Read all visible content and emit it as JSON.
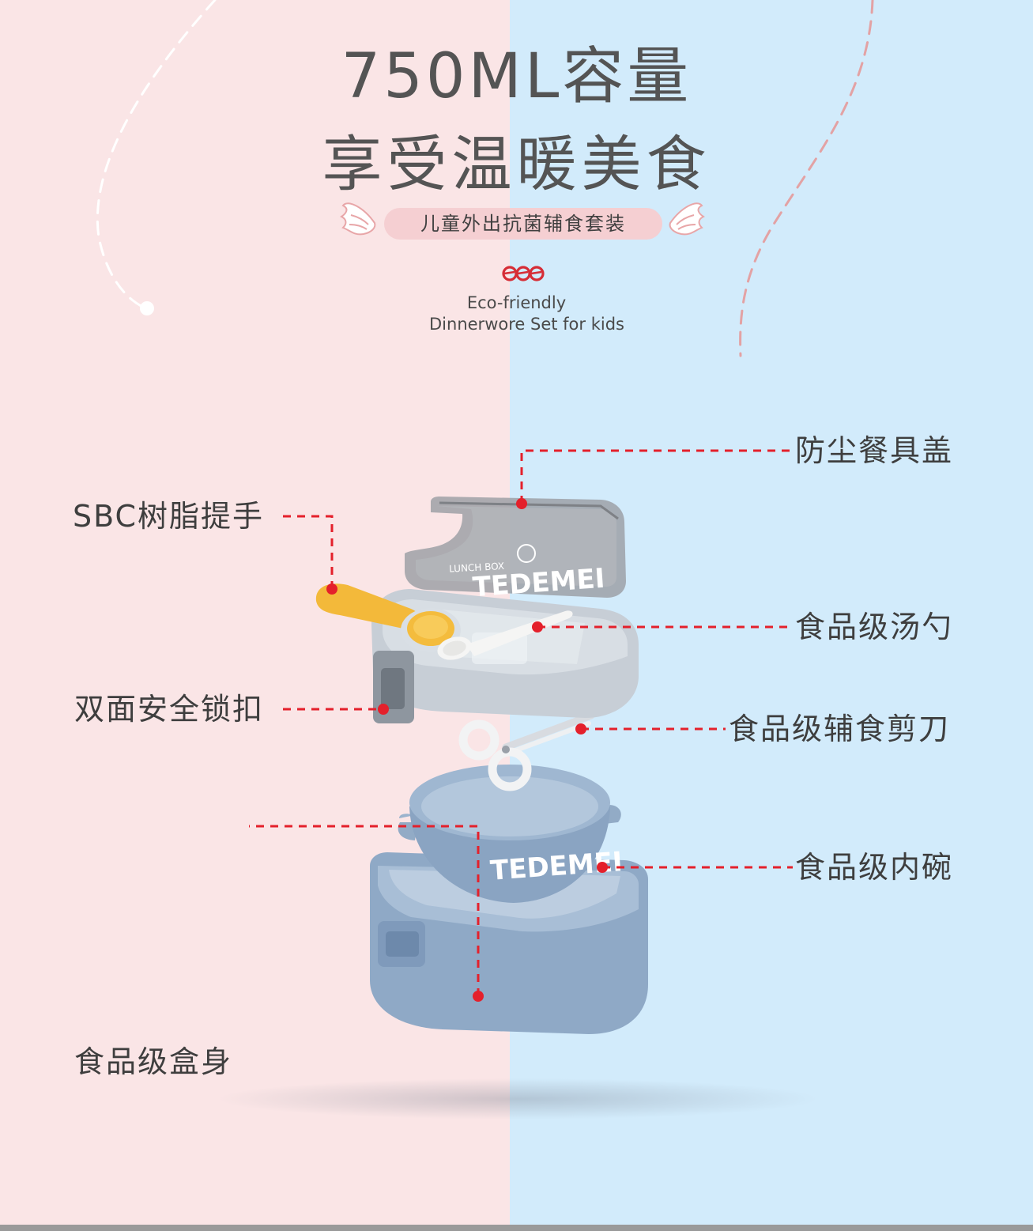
{
  "colors": {
    "left_bg": "#fae5e6",
    "right_bg": "#d2ebfb",
    "accent_red": "#e4202b",
    "title_gray": "#545454",
    "pill_pink": "#f5cfd2"
  },
  "header": {
    "title_line1": "750ML容量",
    "title_line2": "享受温暖美食",
    "subtitle_pill": "儿童外出抗菌辅食套装",
    "logo_icon": "eee-logo-icon",
    "eco_line1": "Eco-friendly",
    "eco_line2": "Dinnerwore Set for kids"
  },
  "product": {
    "lid_text_small": "LUNCH BOX",
    "lid_brand": "TEDEMEI",
    "bowl_brand": "TEDEMEI"
  },
  "callouts": {
    "lid": "防尘餐具盖",
    "handle": "SBC树脂提手",
    "spoon": "食品级汤勺",
    "lock": "双面安全锁扣",
    "scissors": "食品级辅食剪刀",
    "bowl": "食品级内碗",
    "box": "食品级盒身"
  }
}
